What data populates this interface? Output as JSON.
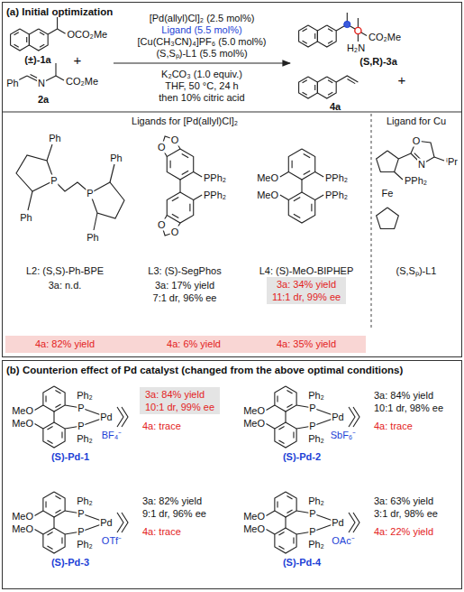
{
  "diagram": {
    "nodes": [
      {
        "text": [
          "(a) Initial optimization"
        ]
      },
      {
        "text": [
          "3a: 34% yield",
          "11:1 dr, 99% ee"
        ],
        "in": 0
      },
      {
        "text": [
          "4a: 82% yield",
          "4a: 6% yield",
          "4a: 35% yield"
        ],
        "in": 0
      },
      {
        "text": [
          "(b) Counterion effect of Pd catalyst (changed from the above optimal conditions)"
        ]
      },
      {
        "text": [
          "3a: 84% yield",
          "10:1 dr, 99% ee"
        ],
        "in": 3
      }
    ],
    "labels": [
      "OCO₂Me",
      "(±)-1a",
      "+",
      "Ph",
      "N",
      "CO₂Me",
      "2a",
      "[Pd(allyl)Cl]₂ (2.5 mol%)",
      "Ligand (5.5 mol%)",
      "[Cu(CH₃CN)₄]PF₆ (5.0 mol%)",
      "(S,Sₚ)-L1 (5.5 mol%)",
      "K₂CO₃ (1.0 equiv.)",
      "THF, 50 °C, 24 h",
      "then 10% citric acid",
      "H₂N",
      "CO₂Me",
      "(S,R)-3a",
      "+",
      "4a",
      "Ligands for [Pd(allyl)Cl]₂",
      "Ligand for Cu",
      "P",
      "P",
      "Ph",
      "Ph",
      "Ph",
      "Ph",
      "L2: (S,S)-Ph-BPE",
      "3a: n.d.",
      "O",
      "O",
      "O",
      "O",
      "PPh₂",
      "PPh₂",
      "L3: (S)-SegPhos",
      "3a: 17% yield",
      "7:1 dr, 96% ee",
      "MeO",
      "MeO",
      "PPh₂",
      "PPh₂",
      "L4: (S)-MeO-BIPHEP",
      "O",
      "N",
      "ⁱPr",
      "PPh₂",
      "Fe",
      "(S,Sₚ)-L1",
      "MeO",
      "MeO",
      "P",
      "P",
      "Ph₂",
      "Ph₂",
      "Pd",
      "BF₄⁻",
      "(S)-Pd-1",
      "4a: trace",
      "MeO",
      "MeO",
      "P",
      "P",
      "Ph₂",
      "Ph₂",
      "Pd",
      "SbF₆⁻",
      "(S)-Pd-2",
      "3a: 84% yield",
      "10:1 dr, 98% ee",
      "4a: trace",
      "MeO",
      "MeO",
      "P",
      "P",
      "Ph₂",
      "Ph₂",
      "Pd",
      "OTf⁻",
      "(S)-Pd-3",
      "3a: 82% yield",
      "9:1 dr, 96% ee",
      "4a: trace",
      "MeO",
      "MeO",
      "P",
      "P",
      "Ph₂",
      "Ph₂",
      "Pd",
      "OAc⁻",
      "(S)-Pd-4",
      "3a: 63% yield",
      "3:1 dr, 98% ee",
      "4a: 22% yield"
    ]
  }
}
